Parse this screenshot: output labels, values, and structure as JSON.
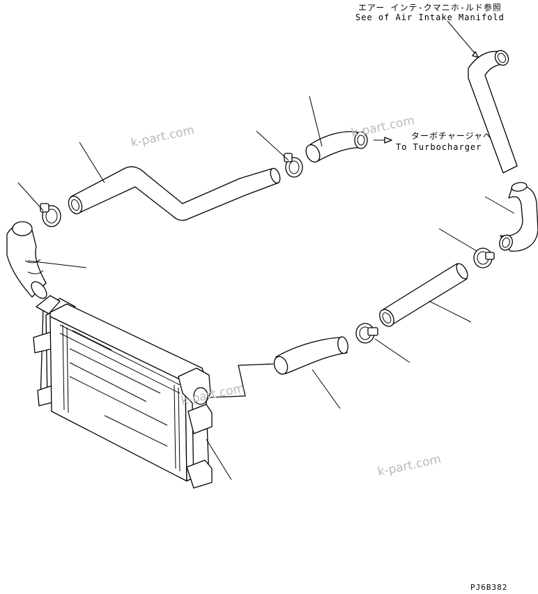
{
  "labels": {
    "air_intake_jp": "エアー インテ-クマニホ-ルド参照",
    "air_intake_en": "See of Air Intake Manifold",
    "turbo_jp": "ターボチャージャへ",
    "turbo_en": "To Turbocharger",
    "drawing_code": "PJ6B382"
  },
  "watermarks": [
    "k-part.com",
    "k-part.com",
    "k-part.com",
    "k-part.com"
  ]
}
